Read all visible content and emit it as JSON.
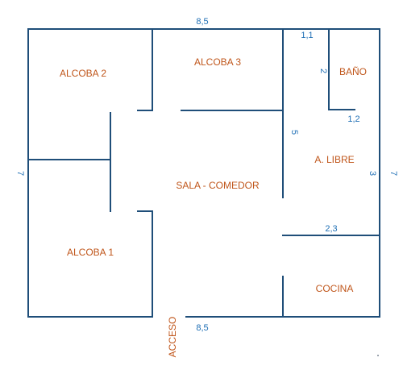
{
  "rooms": {
    "alcoba_2": "ALCOBA 2",
    "alcoba_3": "ALCOBA 3",
    "bano": "BAÑO",
    "area_libre": "A. LIBRE",
    "sala_comedor": "SALA - COMEDOR",
    "alcoba_1": "ALCOBA 1",
    "cocina": "COCINA"
  },
  "dimensions": {
    "top_width": "8,5",
    "bottom_width": "8,5",
    "left_height": "7",
    "right_height": "7",
    "bano_width": "1,1",
    "bano_height": "2",
    "bano_lower_width": "1,2",
    "partition_height": "5",
    "libre_height": "3",
    "cocina_width": "2,3"
  },
  "entrance": "ACCESO",
  "colors": {
    "walls": "#1f4e79",
    "room_labels": "#c0561b",
    "dimensions": "#1f6fb5"
  }
}
